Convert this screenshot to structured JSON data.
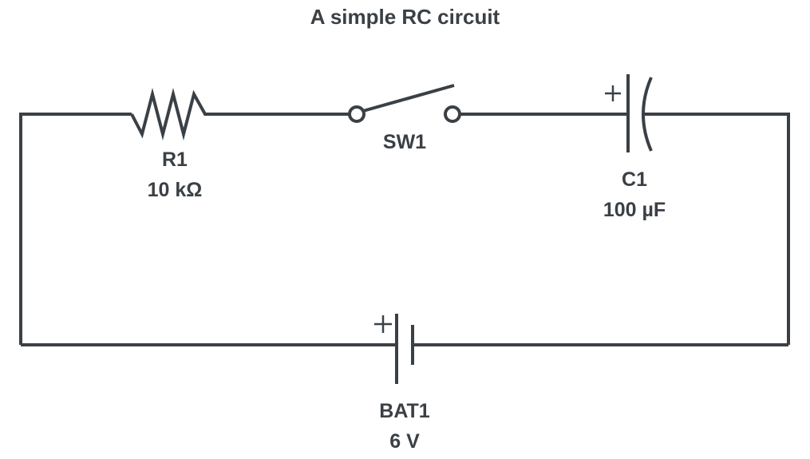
{
  "title": "A simple RC circuit",
  "colors": {
    "stroke": "#3a4045",
    "text": "#3a4045",
    "background": "#ffffff"
  },
  "components": {
    "resistor": {
      "id": "R1",
      "value": "10 kΩ",
      "symbol": "resistor-icon"
    },
    "switch": {
      "id": "SW1",
      "state": "open",
      "symbol": "switch-icon"
    },
    "capacitor": {
      "id": "C1",
      "value": "100 µF",
      "polarity": "+",
      "symbol": "polarized-capacitor-icon"
    },
    "battery": {
      "id": "BAT1",
      "value": "6 V",
      "polarity": "+",
      "symbol": "battery-icon"
    }
  }
}
